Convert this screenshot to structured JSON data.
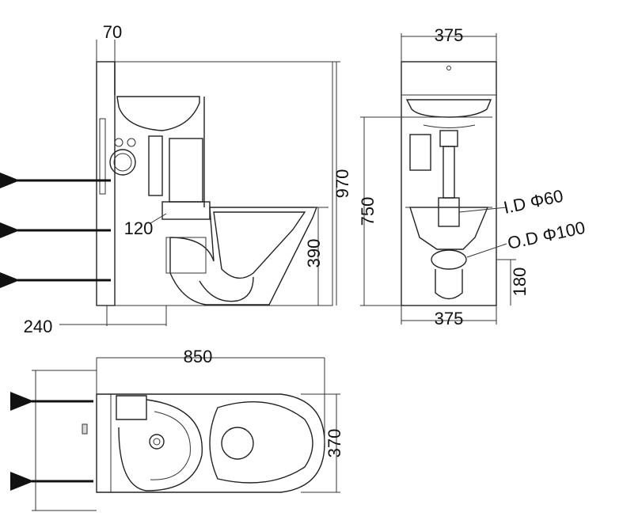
{
  "colors": {
    "ink": "#222222",
    "paper": "#ffffff",
    "shade": "#d9d9d9"
  },
  "side_view": {
    "dim_top": "70",
    "dim_height": "970",
    "dim_bowl_height": "390",
    "dim_pipe": "120",
    "dim_depth": "240"
  },
  "front_view": {
    "dim_width_top": "375",
    "dim_width_bottom": "375",
    "dim_height": "750",
    "dim_outlet_height": "180",
    "label_inner_diameter": "I.D Φ60",
    "label_outer_diameter": "O.D Φ100"
  },
  "top_view": {
    "dim_length": "850",
    "dim_width": "370"
  }
}
